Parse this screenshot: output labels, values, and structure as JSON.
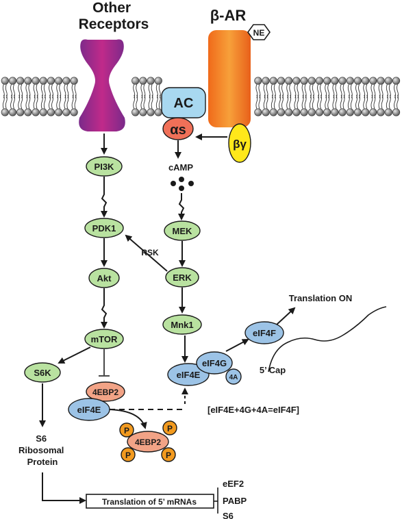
{
  "receptors": {
    "other": "Other\nReceptors",
    "beta_ar": "β-AR",
    "ne": "NE",
    "ac": "AC",
    "alpha_s": "αs",
    "beta_gamma": "βγ"
  },
  "left_path": {
    "pi3k": "PI3K",
    "pdk1": "PDK1",
    "akt": "Akt",
    "mtor": "mTOR",
    "s6k": "S6K",
    "ebp2": "4EBP2",
    "eif4e": "eIF4E",
    "s6_ribosomal": "S6\nRibosomal\nProtein"
  },
  "right_path": {
    "camp": "cAMP",
    "mek": "MEK",
    "erk": "ERK",
    "rsk": "RSK",
    "mnk1": "Mnk1",
    "eif4e": "eIF4E",
    "eif4g": "eIF4G",
    "four_a": "4A",
    "eif4f": "eIF4F",
    "translation_on": "Translation ON",
    "five_cap": "5’ Cap"
  },
  "complex": {
    "phospho_label": "P",
    "ebp2": "4EBP2",
    "equation": "[eIF4E+4G+4A=eIF4F]"
  },
  "output": {
    "box": "Translation of 5’ mRNAs",
    "targets": [
      "eEF2",
      "PABP",
      "S6"
    ]
  },
  "colors": {
    "green": "#b9e2a0",
    "blue": "#9cc3e6",
    "salmon": "#f2a386",
    "orange": "#f29a1f",
    "ac_blue": "#a8d8f0",
    "alpha_red": "#f07058",
    "beta_yellow": "#ffe81a",
    "receptor_purple": "#8a2a9a",
    "bar_orange": "#f07a20"
  }
}
